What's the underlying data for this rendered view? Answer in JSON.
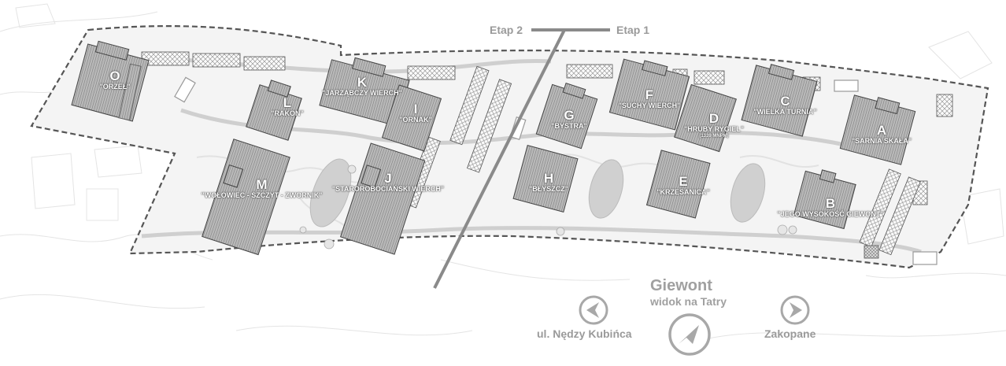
{
  "stages": {
    "left": "Etap 2",
    "right": "Etap 1"
  },
  "buildings": [
    {
      "id": "O",
      "letter": "O",
      "name": "\"ORZEŁ\""
    },
    {
      "id": "L",
      "letter": "L",
      "name": "\"RAKON\""
    },
    {
      "id": "K",
      "letter": "K",
      "name": "\"JARZĄBCZY WIERCH\""
    },
    {
      "id": "I",
      "letter": "I",
      "name": "\"ORNAK\""
    },
    {
      "id": "M",
      "letter": "M",
      "name": "\"WOŁOWIEC - SZCZYT - ZWORNIK\""
    },
    {
      "id": "J",
      "letter": "J",
      "name": "\"STAROROBOCIAŃSKI WIERCH\""
    },
    {
      "id": "G",
      "letter": "G",
      "name": "\"BYSTRA\""
    },
    {
      "id": "F",
      "letter": "F",
      "name": "\"SUCHY WIERCH\""
    },
    {
      "id": "D",
      "letter": "D",
      "name": "\"HRUBY RYGIEL\"",
      "sub": "(1339 MNPM)"
    },
    {
      "id": "C",
      "letter": "C",
      "name": "\"WIELKA TURNIA\""
    },
    {
      "id": "A",
      "letter": "A",
      "name": "\"SARNIA SKAŁA\""
    },
    {
      "id": "H",
      "letter": "H",
      "name": "\"BŁYSZCZ\""
    },
    {
      "id": "E",
      "letter": "E",
      "name": "\"KRZESANICA\""
    },
    {
      "id": "B",
      "letter": "B",
      "name": "\"JEGO WYSOKOŚĆ GIEWONT\""
    }
  ],
  "orientation": {
    "title": "Giewont",
    "subtitle": "widok na Tatry",
    "left_label": "ul. Nędzy Kubińca",
    "right_label": "Zakopane"
  },
  "icons": {
    "left": "arrow-left-icon",
    "center": "arrow-down-left-icon",
    "right": "arrow-right-icon"
  }
}
